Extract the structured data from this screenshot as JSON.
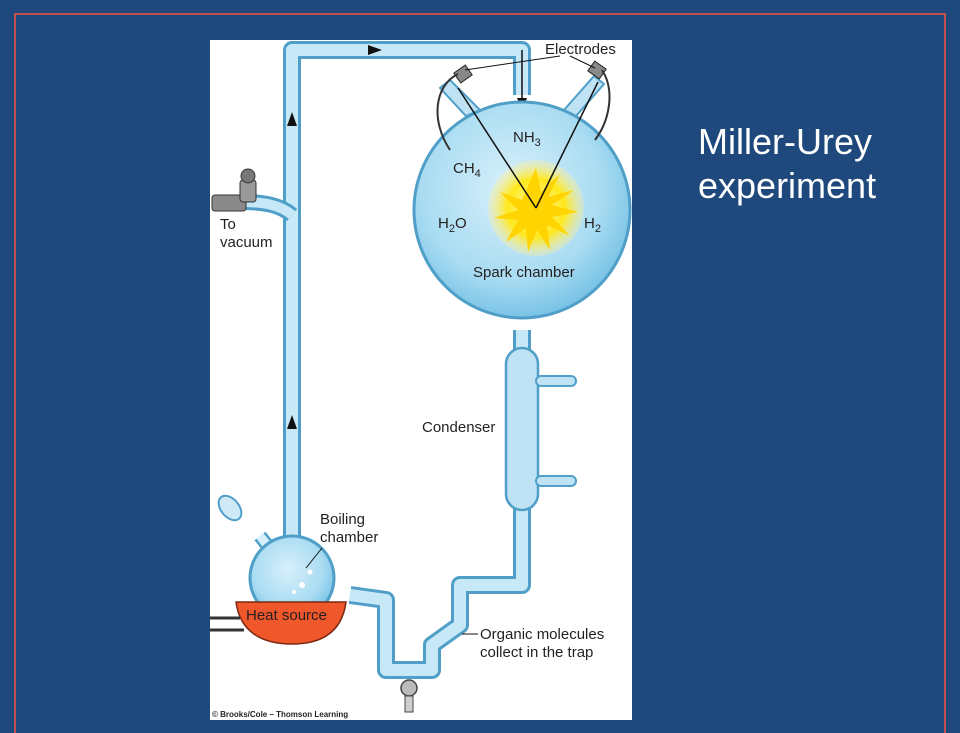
{
  "slide": {
    "title_line1": "Miller-Urey",
    "title_line2": "experiment"
  },
  "diagram": {
    "labels": {
      "electrodes": "Electrodes",
      "nh3": "NH",
      "nh3_sub": "3",
      "ch4": "CH",
      "ch4_sub": "4",
      "h2o_a": "H",
      "h2o_sub": "2",
      "h2o_b": "O",
      "h2": "H",
      "h2_sub": "2",
      "spark_chamber": "Spark chamber",
      "to_vacuum_1": "To",
      "to_vacuum_2": "vacuum",
      "condenser": "Condenser",
      "boiling_1": "Boiling",
      "boiling_2": "chamber",
      "heat_source": "Heat source",
      "organic_1": "Organic molecules",
      "organic_2": "collect in the trap",
      "copyright": "© Brooks/Cole – Thomson Learning"
    },
    "colors": {
      "glass": "#bfe3f4",
      "glass_edge": "#4f9fc8",
      "heat": "#f0572a",
      "spark": "#ffe81a",
      "slide_bg": "#1f497d",
      "frame": "#c0504d"
    }
  }
}
